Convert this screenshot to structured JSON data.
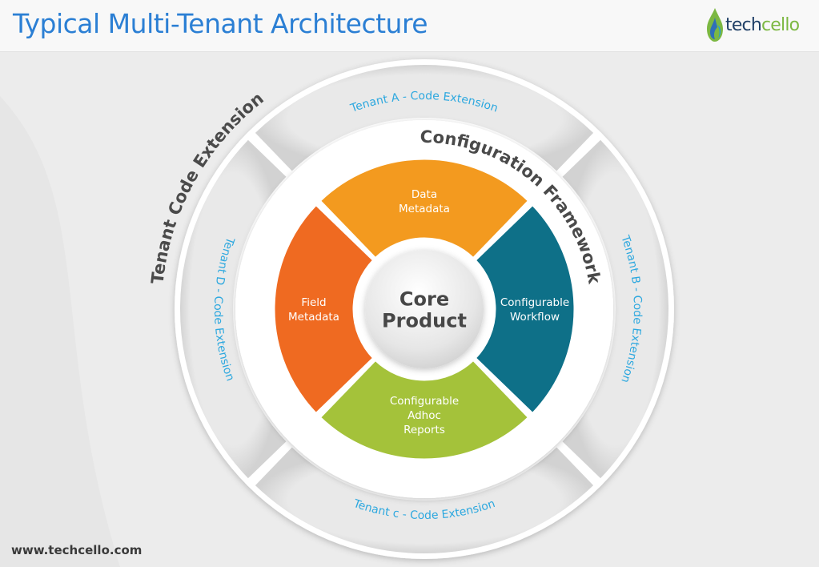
{
  "header": {
    "title": "Typical Multi-Tenant Architecture",
    "logo": {
      "text_part1": "tech",
      "text_part2": "cello",
      "icon": "flame-drop-icon"
    }
  },
  "footer": {
    "website": "www.techcello.com"
  },
  "diagram": {
    "outer_ring_title": "Tenant Code Extension",
    "outer_segments": [
      {
        "label": "Tenant A - Code Extension"
      },
      {
        "label": "Tenant B - Code Extension"
      },
      {
        "label": "Tenant c - Code Extension"
      },
      {
        "label": "Tenant D - Code Extension"
      }
    ],
    "framework_label": "Configuration Framework",
    "inner_segments": [
      {
        "lines": [
          "Data",
          "Metadata"
        ],
        "color": "#f39a1f"
      },
      {
        "lines": [
          "Configurable",
          "Workflow"
        ],
        "color": "#0e7088"
      },
      {
        "lines": [
          "Configurable",
          "Adhoc",
          "Reports"
        ],
        "color": "#a4c23a"
      },
      {
        "lines": [
          "Field",
          "Metadata"
        ],
        "color": "#ef6a21"
      }
    ],
    "core": {
      "lines": [
        "Core",
        "Product"
      ]
    }
  },
  "colors": {
    "title_blue": "#2b7fd4",
    "outer_label_blue": "#2da8df",
    "outer_ring_gray": "#dedede"
  }
}
